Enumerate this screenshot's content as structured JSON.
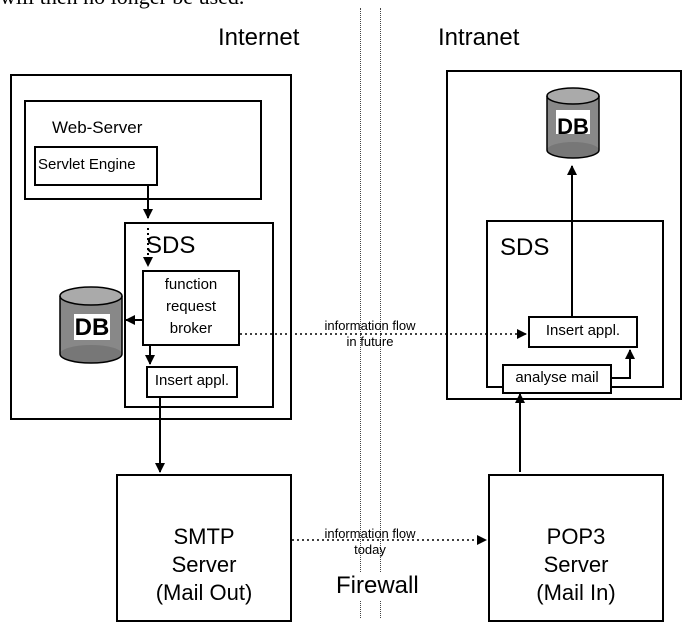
{
  "intro_text": "will then no longer be used.",
  "zones": {
    "internet": "Internet",
    "intranet": "Intranet",
    "firewall": "Firewall"
  },
  "left": {
    "web_server": "Web-Server",
    "servlet_engine": "Servlet Engine",
    "sds": "SDS",
    "frb_line1": "function",
    "frb_line2": "request",
    "frb_line3": "broker",
    "insert_appl": "Insert appl.",
    "db": "DB"
  },
  "right": {
    "db": "DB",
    "sds": "SDS",
    "insert_appl": "Insert appl.",
    "analyse_mail": "analyse mail"
  },
  "flows": {
    "future_line1": "information flow",
    "future_line2": "in future",
    "today_line1": "information flow",
    "today_line2": "today"
  },
  "smtp": {
    "line1": "SMTP",
    "line2": "Server",
    "line3": "(Mail Out)"
  },
  "pop3": {
    "line1": "POP3",
    "line2": "Server",
    "line3": "(Mail In)"
  }
}
